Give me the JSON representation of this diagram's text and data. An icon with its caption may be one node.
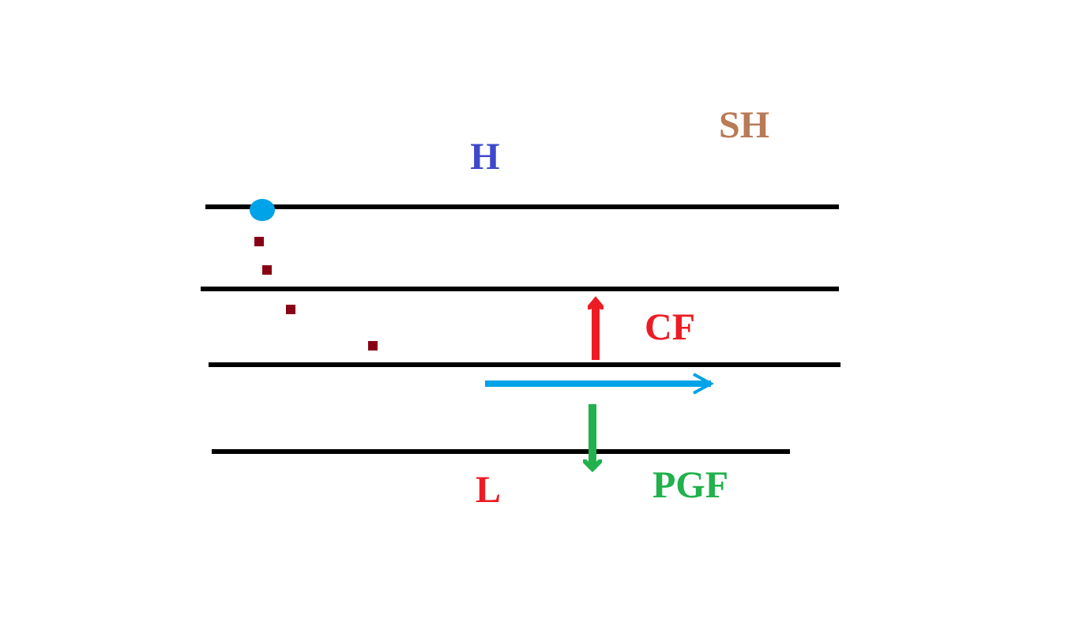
{
  "diagram": {
    "labels": [
      "H",
      "SH",
      "CF",
      "L",
      "PGF"
    ]
  }
}
